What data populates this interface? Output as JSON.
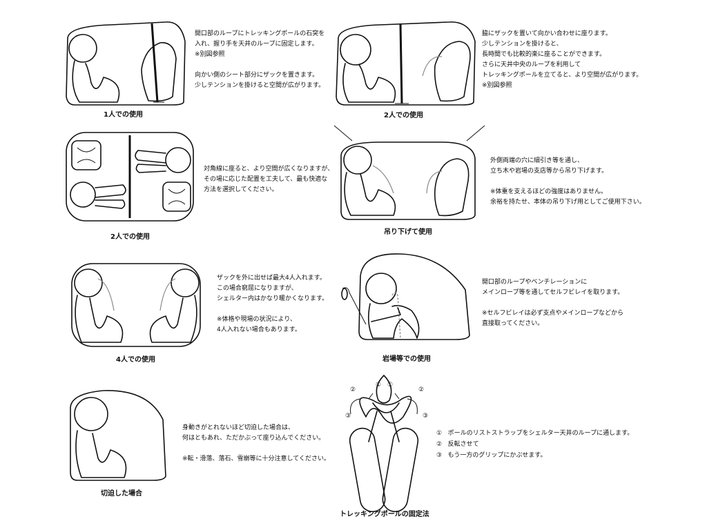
{
  "panels": {
    "p1": {
      "caption": "1人での使用",
      "lines": [
        "開口部のループにトレッキングポールの石突を",
        "入れ、握り手を天井のループに固定します。",
        "※別図参照",
        "",
        "向かい側のシート部分にザックを置きます。",
        "少しテンションを掛けると空間が広がります。"
      ]
    },
    "p2": {
      "caption": "2人での使用",
      "lines": [
        "脇にザックを置いて向かい合わせに座ります。",
        "少しテンションを掛けると、",
        "長時間でも比較的楽に座ることができます。",
        "さらに天井中央のループを利用して",
        "トレッキングポールを立てると、より空間が広がります。",
        "※別図参照"
      ]
    },
    "p3": {
      "caption": "2人での使用",
      "lines": [
        "対角線に座ると、より空間が広くなりますが、",
        "その場に応じた配置を工夫して、最も快適な",
        "方法を選択してください。"
      ]
    },
    "p4": {
      "caption": "吊り下げて使用",
      "lines": [
        "外側両端の穴に細引き等を通し、",
        "立ち木や岩場の支店等から吊り下げます。",
        "",
        "※体重を支えるほどの強度はありません。",
        "余裕を持たせ、本体の吊り下げ用としてご使用下さい。"
      ]
    },
    "p5": {
      "caption": "4人での使用",
      "lines": [
        "ザックを外に出せば最大4人入れます。",
        "この場合窮屈になりますが、",
        "シェルター内はかなり暖かくなります。",
        "",
        "※体格や現場の状況により、",
        "4人入れない場合もあります。"
      ]
    },
    "p6": {
      "caption": "岩場等での使用",
      "lines": [
        "開口部のループやベンチレーションに",
        "メインロープ等を通してセルフビレイを取ります。",
        "",
        "※セルフビレイは必ず支点やメインロープなどから",
        "直接取ってください。"
      ]
    },
    "p7": {
      "caption": "切迫した場合",
      "lines": [
        "身動きがとれないほど切迫した場合は、",
        "何はともあれ、ただかぶって座り込んでください。",
        "",
        "※転・滑落、落石、雪崩等に十分注意してください。"
      ]
    },
    "p8": {
      "caption": "トレッキングポールの固定法",
      "steps": [
        {
          "num": "①",
          "text": "ポールのリストストラップをシェルター天井のループに通します。"
        },
        {
          "num": "②",
          "text": "反転させて"
        },
        {
          "num": "③",
          "text": "もう一方のグリップにかぶせます。"
        }
      ],
      "marker_labels": [
        "①",
        "①",
        "②",
        "②",
        "③",
        "③"
      ]
    }
  }
}
